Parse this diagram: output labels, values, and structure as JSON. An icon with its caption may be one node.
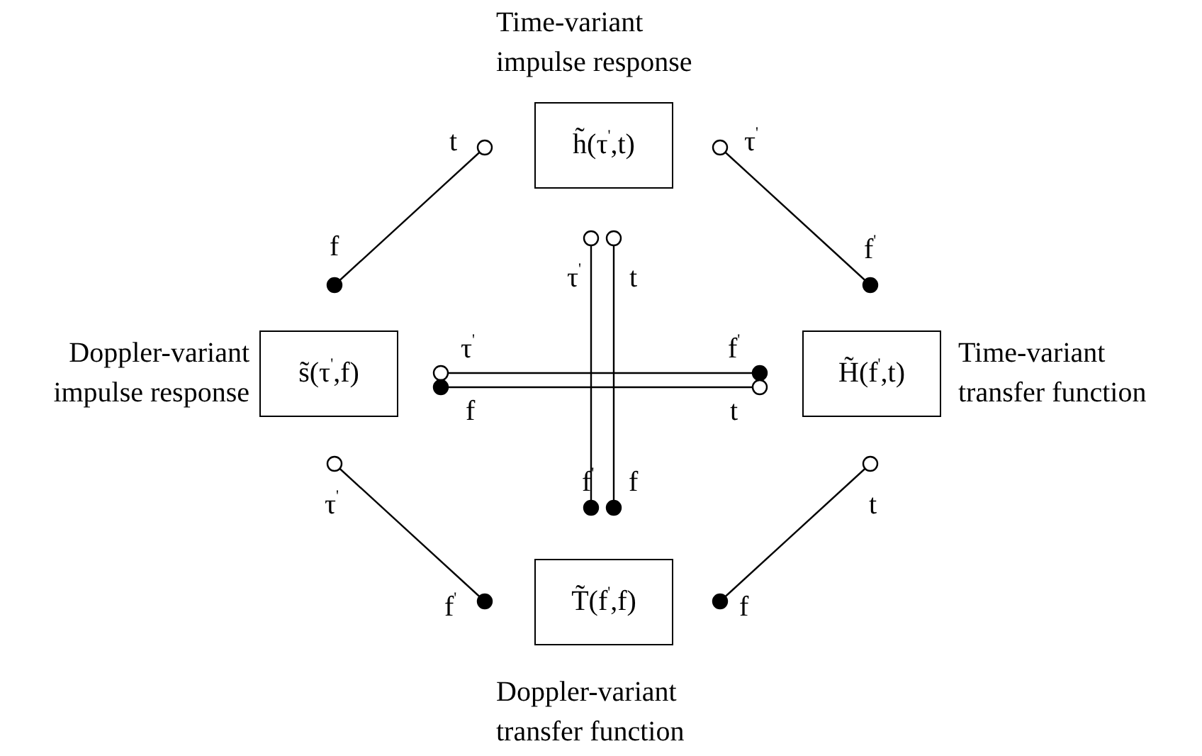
{
  "diagram": {
    "nodes": [
      {
        "text": [
          "Time-variant impulse response",
          "h̃(τ$^{'}$,t)"
        ]
      },
      {
        "text": [
          "Doppler-variant impulse response",
          "s̃(τ$^{'}$,f)"
        ]
      },
      {
        "text": [
          "H̃(f$^{'}$,t)",
          "Time-variant transfer function"
        ]
      },
      {
        "text": [
          "T̃(f$^{'}$,f)",
          "Doppler-variant transfer function"
        ]
      }
    ],
    "labels": [
      "t",
      "τ$^{'}$",
      "f",
      "f$^{'}$",
      "τ$^{'}$",
      "t",
      "τ$^{'}$",
      "f$^{'}$",
      "f",
      "t",
      "f$^{'}$",
      "f",
      "τ$^{'}$",
      "t",
      "f$^{'}$",
      "f"
    ]
  }
}
